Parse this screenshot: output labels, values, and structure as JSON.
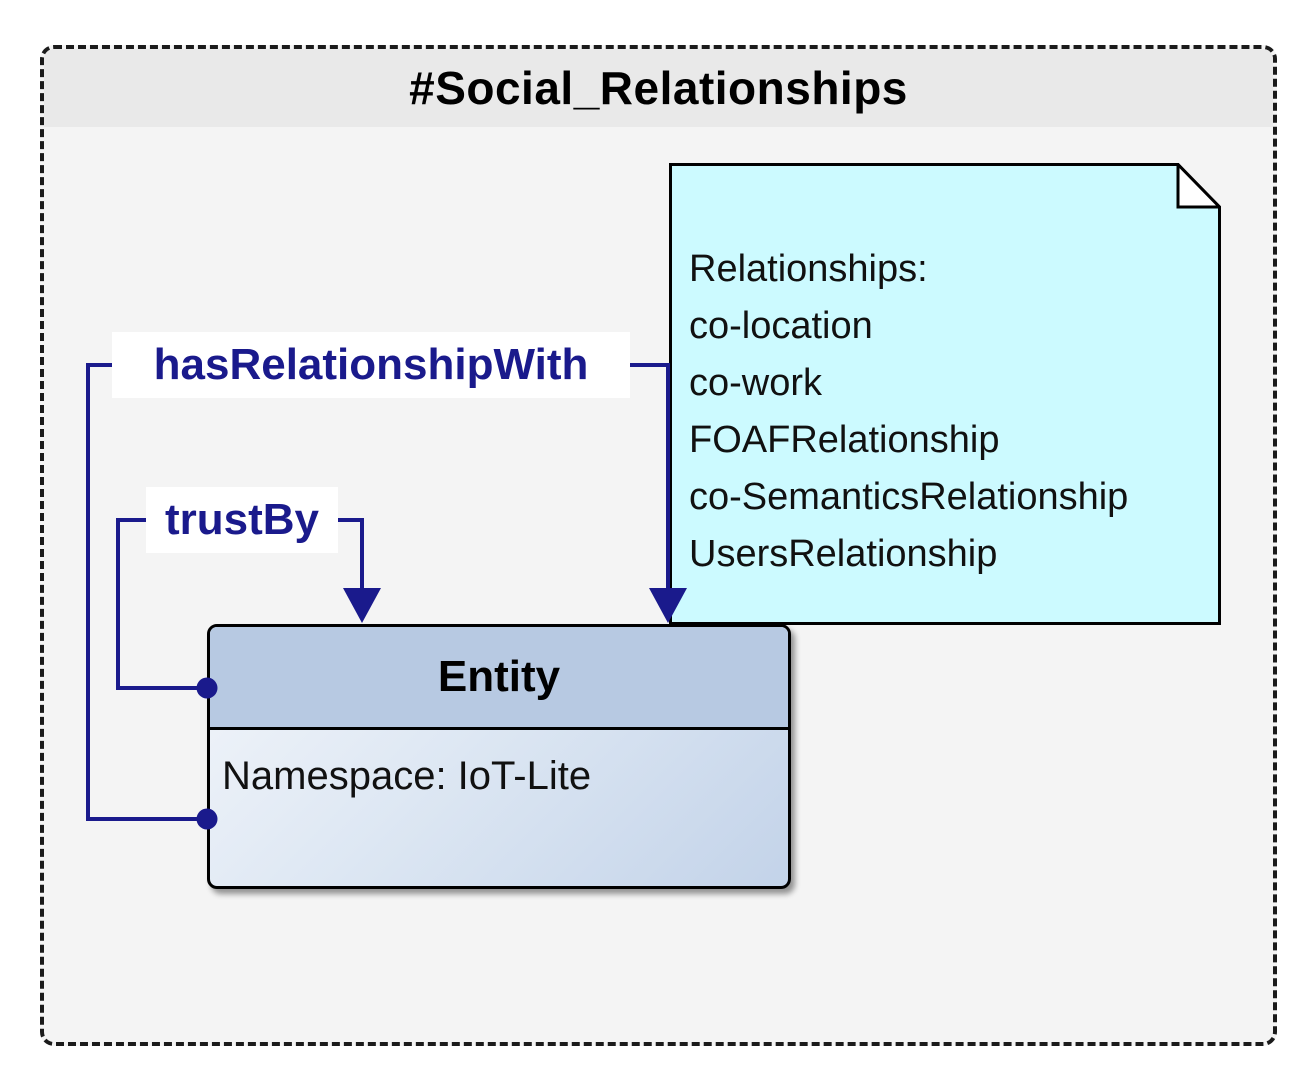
{
  "frame": {
    "title": "#Social_Relationships"
  },
  "note": {
    "lines": [
      "Relationships:",
      "co-location",
      "co-work",
      "FOAFRelationship",
      "co-SemanticsRelationship",
      "UsersRelationship"
    ]
  },
  "entity": {
    "title": "Entity",
    "namespace": "Namespace: IoT-Lite"
  },
  "relations": {
    "has_relationship_with": "hasRelationshipWith",
    "trust_by": "trustBy"
  },
  "colors": {
    "connector_navy": "#1A1A8C",
    "note_fill": "#CCFAFF",
    "entity_header_fill": "#B7C9E2",
    "entity_body_fill_start": "#F2F5FA",
    "entity_body_fill_end": "#C3D3E9",
    "frame_fill": "#F4F4F4",
    "title_band_fill": "#E9E9E9",
    "border_black": "#000000"
  }
}
